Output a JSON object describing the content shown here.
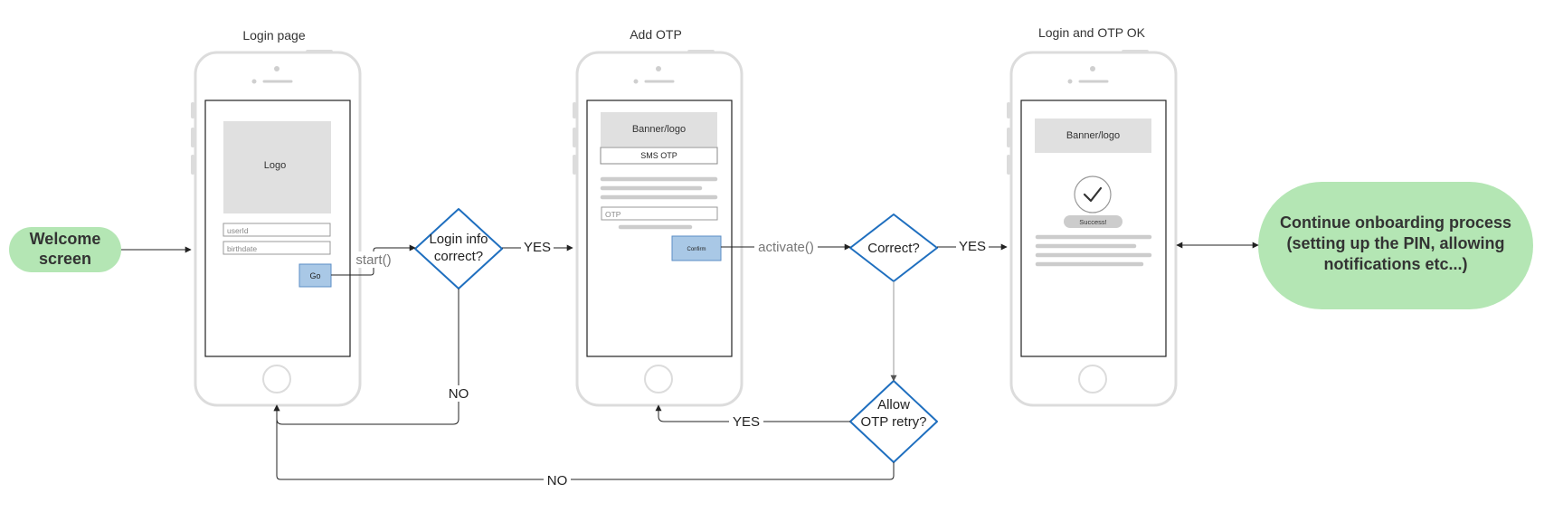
{
  "colors": {
    "line": "#222222",
    "gray_line": "#999999",
    "phone_frame": "#dcdcdc",
    "placeholder_fill": "#e0e0e0",
    "button_fill": "#a9c8e6",
    "button_stroke": "#5b8ec6",
    "decision_stroke": "#1f6fbf",
    "terminal_fill": "#b4e6b4",
    "text_dark": "#333333",
    "label_gray": "#777777"
  },
  "terminals": {
    "welcome": [
      "Welcome",
      "screen"
    ],
    "continue": [
      "Continue onboarding process",
      "(setting up the PIN, allowing",
      "notifications etc...)"
    ]
  },
  "screens": {
    "login": {
      "title": "Login page",
      "logo": "Logo",
      "userid_placeholder": "userId",
      "birthdate_placeholder": "birthdate",
      "go_button": "Go"
    },
    "otp": {
      "title": "Add OTP",
      "banner": "Banner/logo",
      "sms_otp": "SMS OTP",
      "otp_placeholder": "OTP",
      "confirm_button": "Confirm"
    },
    "ok": {
      "title": "Login and OTP OK",
      "banner": "Banner/logo",
      "success_badge": "Success!"
    }
  },
  "decisions": {
    "login_info": [
      "Login info",
      "correct?"
    ],
    "correct": [
      "Correct?"
    ],
    "allow_retry": [
      "Allow",
      "OTP retry?"
    ]
  },
  "edge_labels": {
    "start": "start()",
    "activate": "activate()",
    "yes_login": "YES",
    "yes_correct": "YES",
    "yes_retry": "YES",
    "no_login": "NO",
    "no_retry": "NO"
  }
}
